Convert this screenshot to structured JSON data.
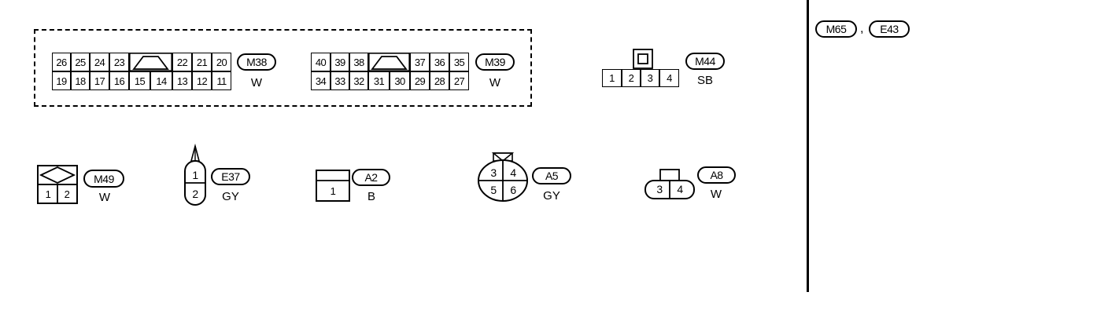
{
  "connectors": {
    "m38": {
      "label": "M38",
      "color": "W",
      "top_row": [
        "26",
        "25",
        "24",
        "23",
        "22",
        "21",
        "20"
      ],
      "bottom_row": [
        "19",
        "18",
        "17",
        "16",
        "15",
        "14",
        "13",
        "12",
        "11"
      ]
    },
    "m39": {
      "label": "M39",
      "color": "W",
      "top_row": [
        "40",
        "39",
        "38",
        "37",
        "36",
        "35"
      ],
      "bottom_row": [
        "34",
        "33",
        "32",
        "31",
        "30",
        "29",
        "28",
        "27"
      ]
    },
    "m44": {
      "label": "M44",
      "color": "SB",
      "pins": [
        "1",
        "2",
        "3",
        "4"
      ]
    },
    "m49": {
      "label": "M49",
      "color": "W",
      "pins": [
        "1",
        "2"
      ]
    },
    "e37": {
      "label": "E37",
      "color": "GY",
      "pins": [
        "1",
        "2"
      ]
    },
    "a2": {
      "label": "A2",
      "color": "B",
      "pins": [
        "1"
      ]
    },
    "a5": {
      "label": "A5",
      "color": "GY",
      "pins": [
        "3",
        "4",
        "5",
        "6"
      ]
    },
    "a8": {
      "label": "A8",
      "color": "W",
      "pins": [
        "3",
        "4"
      ]
    }
  },
  "right_panel": {
    "labels": [
      "M65",
      "E43"
    ],
    "separator": ","
  }
}
